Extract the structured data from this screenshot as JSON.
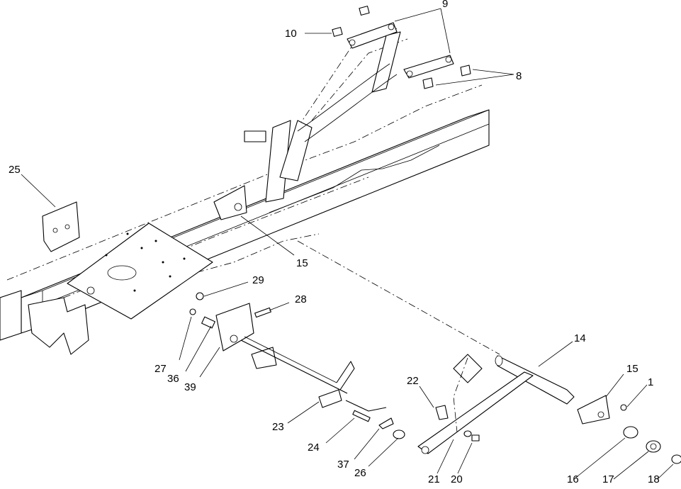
{
  "diagram": {
    "type": "exploded-parts-diagram",
    "callouts": [
      {
        "id": "c10",
        "label": "10"
      },
      {
        "id": "c9",
        "label": "9"
      },
      {
        "id": "c8",
        "label": "8"
      },
      {
        "id": "c25",
        "label": "25"
      },
      {
        "id": "c15a",
        "label": "15"
      },
      {
        "id": "c29",
        "label": "29"
      },
      {
        "id": "c28",
        "label": "28"
      },
      {
        "id": "c27",
        "label": "27"
      },
      {
        "id": "c36",
        "label": "36"
      },
      {
        "id": "c39",
        "label": "39"
      },
      {
        "id": "c14",
        "label": "14"
      },
      {
        "id": "c15b",
        "label": "15"
      },
      {
        "id": "c1",
        "label": "1"
      },
      {
        "id": "c22",
        "label": "22"
      },
      {
        "id": "c23",
        "label": "23"
      },
      {
        "id": "c24",
        "label": "24"
      },
      {
        "id": "c37",
        "label": "37"
      },
      {
        "id": "c26",
        "label": "26"
      },
      {
        "id": "c21",
        "label": "21"
      },
      {
        "id": "c20",
        "label": "20"
      },
      {
        "id": "c16",
        "label": "16"
      },
      {
        "id": "c17",
        "label": "17"
      },
      {
        "id": "c18",
        "label": "18"
      }
    ]
  }
}
